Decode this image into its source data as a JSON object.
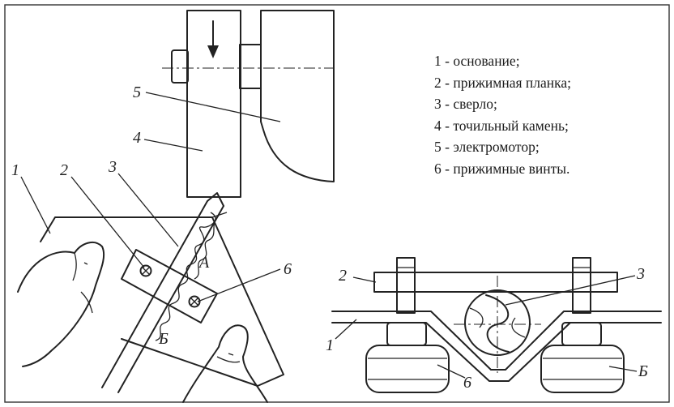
{
  "legend": [
    "1 - основание;",
    "2 - прижимная планка;",
    "3 - сверло;",
    "4 - точильный камень;",
    "5 - электромотор;",
    "6 - прижимные винты."
  ],
  "left_callouts": {
    "c1": "1",
    "c2": "2",
    "c3": "3",
    "c4": "4",
    "c5": "5",
    "c6": "6",
    "zoneA": "A",
    "zoneB": "Б"
  },
  "right_callouts": {
    "c1": "1",
    "c2": "2",
    "c3": "3",
    "c6a": "6",
    "c6b": "Б"
  }
}
